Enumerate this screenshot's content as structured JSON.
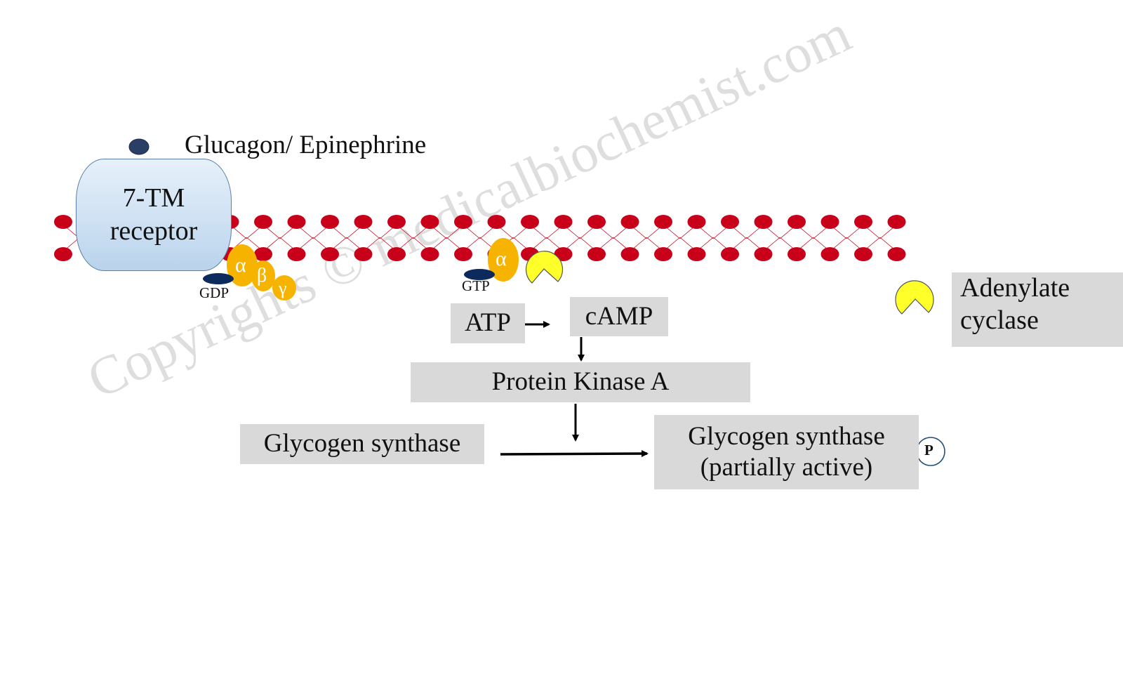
{
  "ligand": {
    "label": "Glucagon/ Epinephrine"
  },
  "receptor": {
    "line1": "7-TM",
    "line2": "receptor"
  },
  "g_protein": {
    "alpha": "α",
    "beta": "β",
    "gamma": "γ",
    "gdp": "GDP",
    "gtp": "GTP",
    "alpha_active": "α"
  },
  "legend": {
    "adenylate_line1": "Adenylate",
    "adenylate_line2": "cyclase"
  },
  "pathway": {
    "atp": "ATP",
    "camp": "cAMP",
    "pka": "Protein Kinase A",
    "substrate": "Glycogen synthase",
    "product_line1": "Glycogen synthase",
    "product_line2": "(partially active)",
    "phosphate": "P"
  },
  "watermark": "Copyrights © medicalbiochemist.com",
  "colors": {
    "membrane_red": "#c8001a",
    "g_alpha_orange": "#f6b400",
    "adenylate_yellow": "#ffff2a",
    "gdp_navy": "#0d2a5c",
    "box_gray": "#d9d9d9"
  }
}
